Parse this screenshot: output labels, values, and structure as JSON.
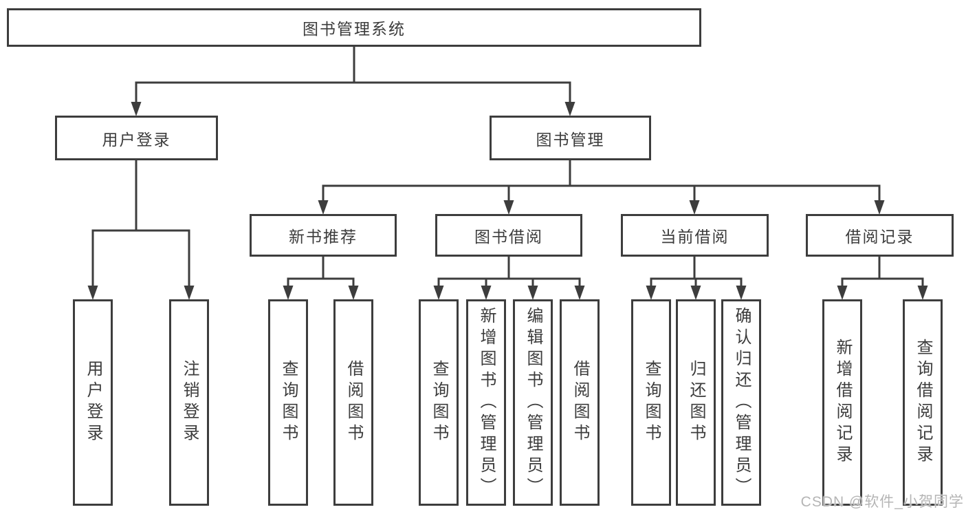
{
  "diagram": {
    "title": "图书管理系统",
    "root": "图书管理系统",
    "branches": [
      {
        "label": "用户登录",
        "children": [
          "用户登录",
          "注销登录"
        ]
      },
      {
        "label": "图书管理",
        "sections": [
          {
            "label": "新书推荐",
            "children": [
              "查询图书",
              "借阅图书"
            ]
          },
          {
            "label": "图书借阅",
            "children": [
              "查询图书",
              "新增图书（管理员）",
              "编辑图书（管理员）",
              "借阅图书"
            ]
          },
          {
            "label": "当前借阅",
            "children": [
              "查询图书",
              "归还图书",
              "确认归还（管理员）"
            ]
          },
          {
            "label": "借阅记录",
            "children": [
              "新增借阅记录",
              "查询借阅记录"
            ]
          }
        ]
      }
    ]
  },
  "watermark": "CSDN @软件_小贺同学",
  "colors": {
    "line": "#3d3d3d",
    "text": "#3c3c3c",
    "background": "#ffffff",
    "watermark": "#b5b5b5"
  }
}
